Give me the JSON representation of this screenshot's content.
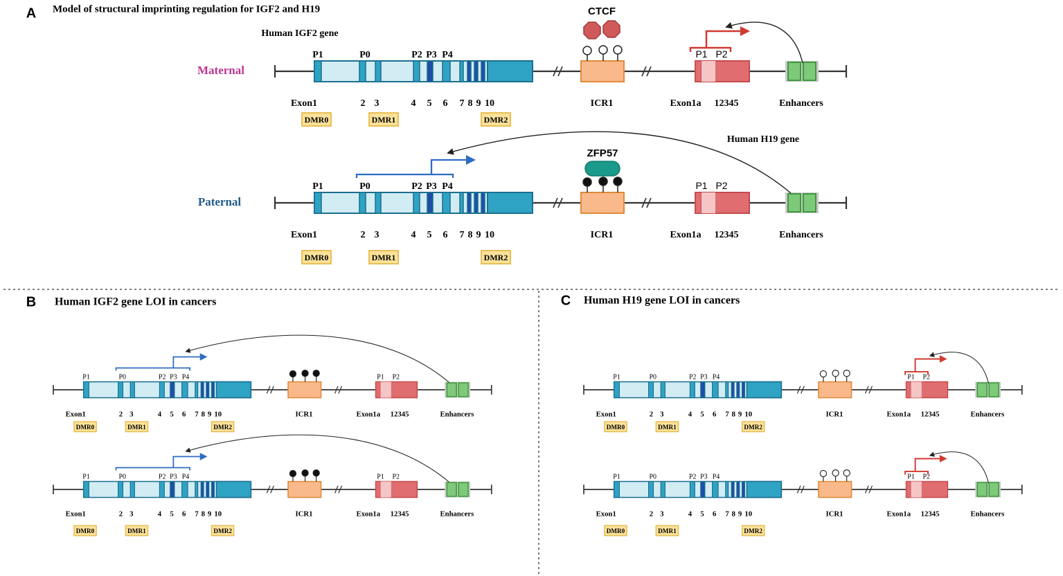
{
  "panel_a": {
    "letter": "A",
    "title": "Model of structural imprinting regulation for IGF2 and H19",
    "igf2_gene_label": "Human IGF2 gene",
    "h19_gene_label": "Human H19 gene",
    "maternal_label": "Maternal",
    "paternal_label": "Paternal",
    "ctcf_label": "CTCF",
    "zfp57_label": "ZFP57"
  },
  "panel_b": {
    "letter": "B",
    "title": "Human IGF2 gene LOI in cancers"
  },
  "panel_c": {
    "letter": "C",
    "title": "Human H19 gene LOI in cancers"
  },
  "labels": {
    "igf2_promoters": [
      "P1",
      "P0",
      "P2",
      "P3",
      "P4"
    ],
    "h19_promoters": [
      "P1",
      "P2"
    ],
    "exon1": "Exon1",
    "exon_numbers": [
      "2",
      "3",
      "4",
      "5",
      "6",
      "7",
      "8",
      "9",
      "10"
    ],
    "icr1": "ICR1",
    "exon1a": "Exon1a",
    "exons_12345": "12345",
    "enhancers": "Enhancers",
    "dmrs": [
      "DMR0",
      "DMR1",
      "DMR2"
    ]
  },
  "colors": {
    "maternal_text": "#c0358f",
    "paternal_text": "#1f5a8a",
    "igf2_body": "#d2ecf4",
    "igf2_exon": "#2fa3c4",
    "igf2_exon_dark": "#1d4fa8",
    "igf2_border": "#1b6f8f",
    "icr1_fill": "#f9b98a",
    "icr1_border": "#e08a3c",
    "h19_fill": "#e06d70",
    "h19_light": "#f6c6c6",
    "h19_border": "#c44a4e",
    "enhancer_fill": "#7ec97a",
    "enhancer_border": "#3f9a3c",
    "dmr_fill": "#fbe29a",
    "dmr_border": "#e8b94a",
    "ctcf_fill": "#d05a5a",
    "zfp57_fill": "#1a9a8a",
    "arrow_red": "#d03a30",
    "arrow_blue": "#2e6cc4"
  }
}
